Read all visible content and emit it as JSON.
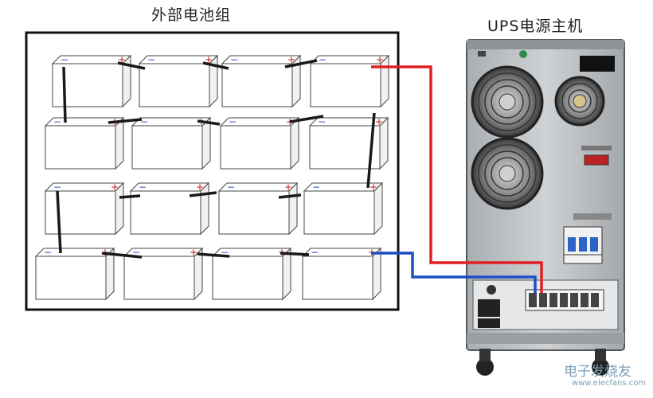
{
  "labels": {
    "battery_pack": "外部电池组",
    "ups_host": "UPS电源主机"
  },
  "watermark": {
    "name": "电子发烧友",
    "url": "www.elecfans.com"
  },
  "colors": {
    "positive_wire": "#e02020",
    "negative_wire": "#1c4fc4",
    "link_wire": "#1a1a1a",
    "ups_body": "#bfc3c6"
  },
  "battery_grid": {
    "rows": 4,
    "cols": 4,
    "positive_mark": "+",
    "negative_mark": "−"
  }
}
